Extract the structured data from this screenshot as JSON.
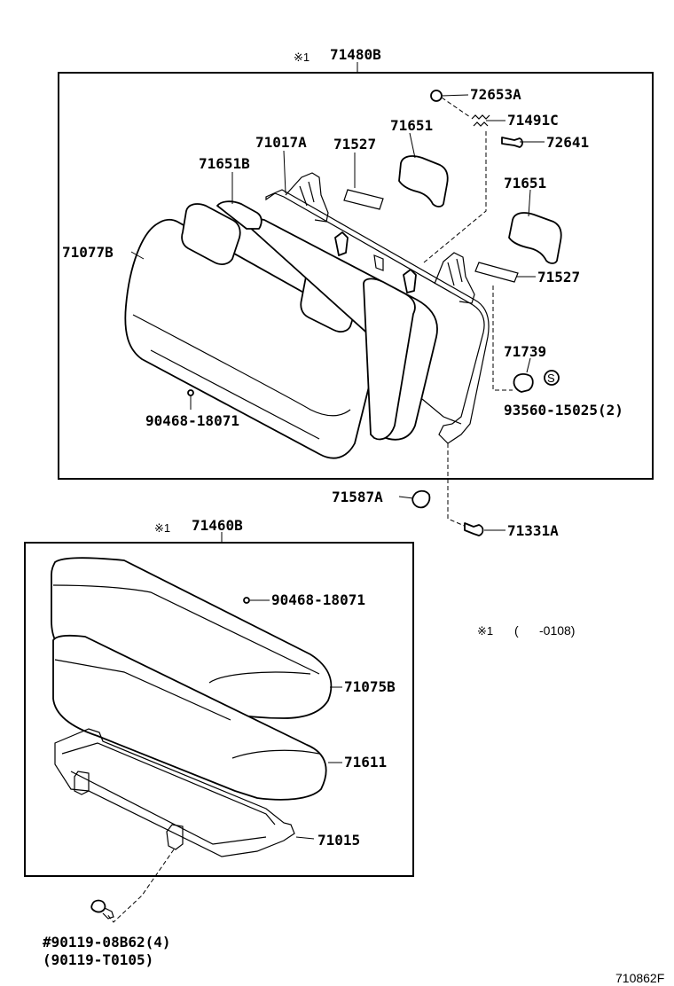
{
  "groups": {
    "seatback_assy": {
      "mark": "※1",
      "part": "71480B"
    },
    "cushion_assy": {
      "mark": "※1",
      "part": "71460B"
    }
  },
  "parts": {
    "p72653A": "72653A",
    "p71491C": "71491C",
    "p72641": "72641",
    "p71651_left": "71651",
    "p71017A": "71017A",
    "p71527_top": "71527",
    "p71651B": "71651B",
    "p71651_right": "71651",
    "p71077B": "71077B",
    "p71527_right": "71527",
    "p71739": "71739",
    "p90468_top": "90468-18071",
    "p93560": "93560-15025(2)",
    "p71587A": "71587A",
    "p71331A": "71331A",
    "p90468_bottom": "90468-18071",
    "p71075B": "71075B",
    "p71611": "71611",
    "p71015": "71015",
    "p90119_08B62": "#90119-08B62(4)",
    "p90119_T0105": "(90119-T0105)"
  },
  "note": {
    "mark": "※1",
    "text": "(      -0108)"
  },
  "diagram_id": "710862F"
}
